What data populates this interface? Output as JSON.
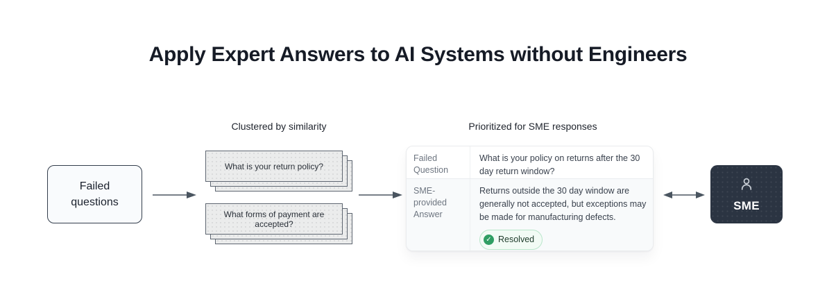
{
  "title": "Apply Expert Answers to AI Systems without Engineers",
  "flow": {
    "failed_box": {
      "label": "Failed questions"
    },
    "cluster": {
      "label": "Clustered by similarity",
      "stacks": [
        {
          "text": "What is your return policy?"
        },
        {
          "text": "What forms of payment are accepted?"
        }
      ]
    },
    "review_card": {
      "label": "Prioritized for SME responses",
      "rows": [
        {
          "header": "Failed Question",
          "content": "What is your policy on returns after the 30 day return window?"
        },
        {
          "header": "SME-provided Answer",
          "content": "Returns outside the 30 day window are generally not accepted, but exceptions may be made for manufacturing defects.",
          "badge": "Resolved"
        }
      ]
    },
    "sme_box": {
      "label": "SME"
    }
  },
  "icons": {
    "check": "✓",
    "person": "person-icon",
    "arrow_right": "arrow-right-icon",
    "arrow_double": "arrow-left-right-icon"
  },
  "colors": {
    "accent_dark": "#2b3442",
    "badge_green": "#2f9e63",
    "badge_bg": "#f2fbf5",
    "badge_border": "#b9e6cb",
    "arrow": "#4a5560",
    "card_gray": "#ebecec"
  }
}
